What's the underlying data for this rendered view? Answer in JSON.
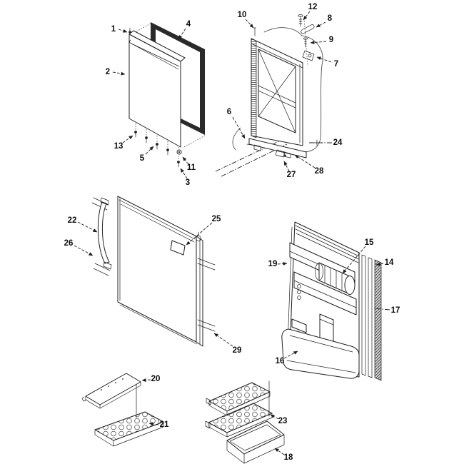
{
  "colors": {
    "background": "#ffffff",
    "ink": "#1f1f1f",
    "gasket": "#2a2a2a"
  },
  "callouts": [
    {
      "label": "1"
    },
    {
      "label": "2"
    },
    {
      "label": "4"
    },
    {
      "label": "13"
    },
    {
      "label": "5"
    },
    {
      "label": "11"
    },
    {
      "label": "3"
    },
    {
      "label": "10"
    },
    {
      "label": "12"
    },
    {
      "label": "8"
    },
    {
      "label": "9"
    },
    {
      "label": "7"
    },
    {
      "label": "6"
    },
    {
      "label": "24"
    },
    {
      "label": "28"
    },
    {
      "label": "27"
    },
    {
      "label": "22"
    },
    {
      "label": "26"
    },
    {
      "label": "25"
    },
    {
      "label": "29"
    },
    {
      "label": "19"
    },
    {
      "label": "15"
    },
    {
      "label": "14"
    },
    {
      "label": "17"
    },
    {
      "label": "16"
    },
    {
      "label": "20"
    },
    {
      "label": "21"
    },
    {
      "label": "23"
    },
    {
      "label": "18"
    }
  ]
}
